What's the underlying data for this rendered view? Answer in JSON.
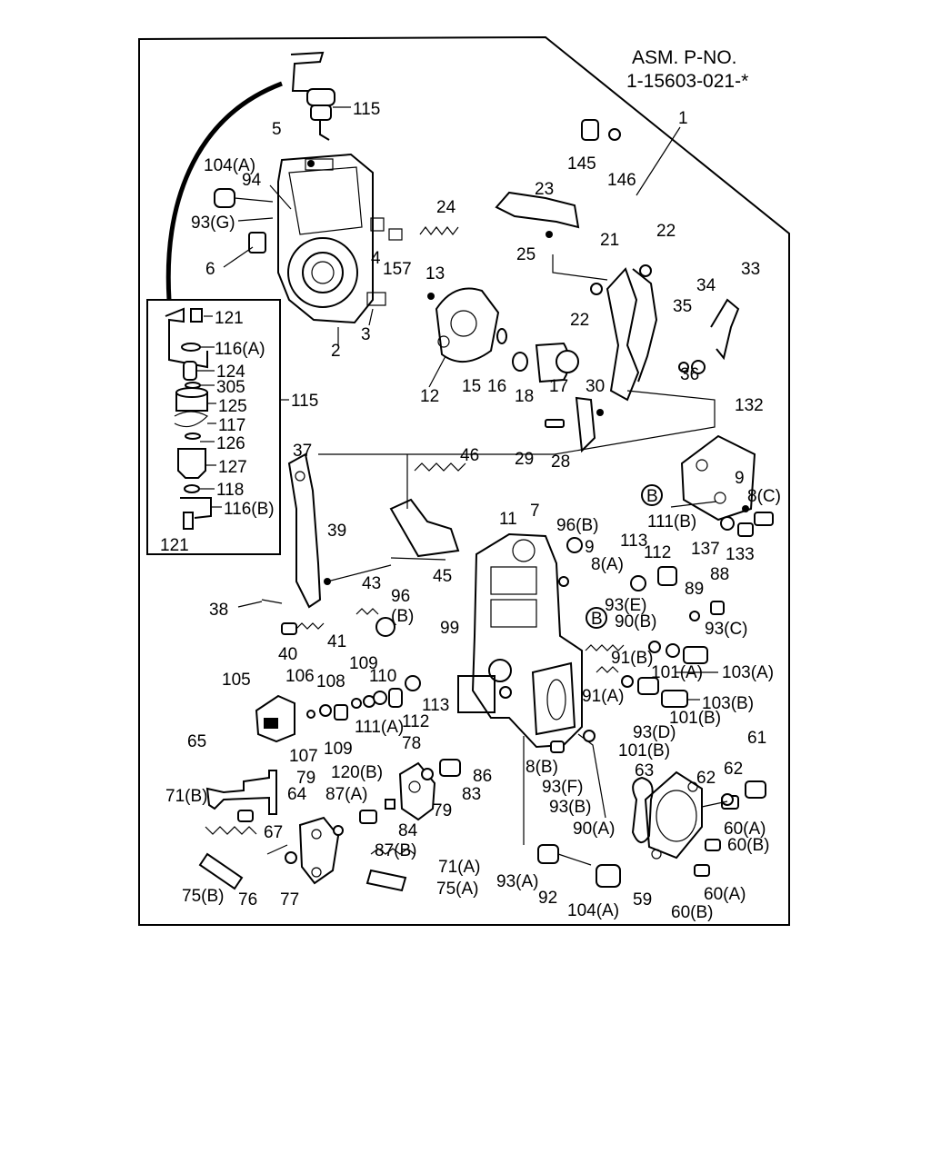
{
  "header": {
    "asm_label": "ASM. P-NO.",
    "part_number": "1-15603-021-*",
    "assembly_ref": "1"
  },
  "inset": {
    "ref": "115"
  },
  "callouts": [
    {
      "id": "c115top",
      "text": "115"
    },
    {
      "id": "c5",
      "text": "5"
    },
    {
      "id": "c104a_top",
      "text": "104(A)"
    },
    {
      "id": "c94",
      "text": "94"
    },
    {
      "id": "c93g",
      "text": "93(G)"
    },
    {
      "id": "c6",
      "text": "6"
    },
    {
      "id": "c24",
      "text": "24"
    },
    {
      "id": "c4",
      "text": "4"
    },
    {
      "id": "c157",
      "text": "157"
    },
    {
      "id": "c13",
      "text": "13"
    },
    {
      "id": "c3",
      "text": "3"
    },
    {
      "id": "c2",
      "text": "2"
    },
    {
      "id": "c145",
      "text": "145"
    },
    {
      "id": "c146",
      "text": "146"
    },
    {
      "id": "c23",
      "text": "23"
    },
    {
      "id": "c25",
      "text": "25"
    },
    {
      "id": "c21",
      "text": "21"
    },
    {
      "id": "c22a",
      "text": "22"
    },
    {
      "id": "c22b",
      "text": "22"
    },
    {
      "id": "c33",
      "text": "33"
    },
    {
      "id": "c34",
      "text": "34"
    },
    {
      "id": "c35",
      "text": "35"
    },
    {
      "id": "c36",
      "text": "36"
    },
    {
      "id": "c12",
      "text": "12"
    },
    {
      "id": "c15",
      "text": "15"
    },
    {
      "id": "c16",
      "text": "16"
    },
    {
      "id": "c18",
      "text": "18"
    },
    {
      "id": "c17",
      "text": "17"
    },
    {
      "id": "c30",
      "text": "30"
    },
    {
      "id": "c29",
      "text": "29"
    },
    {
      "id": "c28",
      "text": "28"
    },
    {
      "id": "c132",
      "text": "132"
    },
    {
      "id": "c9a",
      "text": "9"
    },
    {
      "id": "c8c",
      "text": "8(C)"
    },
    {
      "id": "cB1",
      "text": "B"
    },
    {
      "id": "c137",
      "text": "137"
    },
    {
      "id": "c133",
      "text": "133"
    },
    {
      "id": "c121a",
      "text": "121"
    },
    {
      "id": "c116a",
      "text": "116(A)"
    },
    {
      "id": "c124",
      "text": "124"
    },
    {
      "id": "c305",
      "text": "305"
    },
    {
      "id": "c125",
      "text": "125"
    },
    {
      "id": "c115side",
      "text": "115"
    },
    {
      "id": "c117",
      "text": "117"
    },
    {
      "id": "c126",
      "text": "126"
    },
    {
      "id": "c127",
      "text": "127"
    },
    {
      "id": "c118",
      "text": "118"
    },
    {
      "id": "c116b",
      "text": "116(B)"
    },
    {
      "id": "c121b",
      "text": "121"
    },
    {
      "id": "c37",
      "text": "37"
    },
    {
      "id": "c46",
      "text": "46"
    },
    {
      "id": "c11",
      "text": "11"
    },
    {
      "id": "c7",
      "text": "7"
    },
    {
      "id": "c96b1",
      "text": "96(B)"
    },
    {
      "id": "c9b",
      "text": "9"
    },
    {
      "id": "c111b",
      "text": "111(B)"
    },
    {
      "id": "c113a",
      "text": "113"
    },
    {
      "id": "c112a",
      "text": "112"
    },
    {
      "id": "c8a",
      "text": "8(A)"
    },
    {
      "id": "c39",
      "text": "39"
    },
    {
      "id": "c45",
      "text": "45"
    },
    {
      "id": "c43",
      "text": "43"
    },
    {
      "id": "c96b2a",
      "text": "96"
    },
    {
      "id": "c96b2b",
      "text": "(B)"
    },
    {
      "id": "c89",
      "text": "89"
    },
    {
      "id": "c88",
      "text": "88"
    },
    {
      "id": "c93e",
      "text": "93(E)"
    },
    {
      "id": "cB2",
      "text": "B"
    },
    {
      "id": "c90b",
      "text": "90(B)"
    },
    {
      "id": "c93c",
      "text": "93(C)"
    },
    {
      "id": "c38",
      "text": "38"
    },
    {
      "id": "c99",
      "text": "99"
    },
    {
      "id": "c41",
      "text": "41"
    },
    {
      "id": "c40",
      "text": "40"
    },
    {
      "id": "c91b",
      "text": "91(B)"
    },
    {
      "id": "c101a",
      "text": "101(A)"
    },
    {
      "id": "c103a",
      "text": "103(A)"
    },
    {
      "id": "c105",
      "text": "105"
    },
    {
      "id": "c106",
      "text": "106"
    },
    {
      "id": "c108",
      "text": "108"
    },
    {
      "id": "c109a",
      "text": "109"
    },
    {
      "id": "c110",
      "text": "110"
    },
    {
      "id": "c113b",
      "text": "113"
    },
    {
      "id": "c91a",
      "text": "91(A)"
    },
    {
      "id": "c103b",
      "text": "103(B)"
    },
    {
      "id": "c101b1",
      "text": "101(B)"
    },
    {
      "id": "c111a",
      "text": "111(A)"
    },
    {
      "id": "c112b",
      "text": "112"
    },
    {
      "id": "c93d",
      "text": "93(D)"
    },
    {
      "id": "c107",
      "text": "107"
    },
    {
      "id": "c109b",
      "text": "109"
    },
    {
      "id": "c101b2",
      "text": "101(B)"
    },
    {
      "id": "c61",
      "text": "61"
    },
    {
      "id": "c65",
      "text": "65"
    },
    {
      "id": "c78",
      "text": "78"
    },
    {
      "id": "c8b",
      "text": "8(B)"
    },
    {
      "id": "c62a",
      "text": "62"
    },
    {
      "id": "c63",
      "text": "63"
    },
    {
      "id": "c62b",
      "text": "62"
    },
    {
      "id": "c79a",
      "text": "79"
    },
    {
      "id": "c120b",
      "text": "120(B)"
    },
    {
      "id": "c86",
      "text": "86"
    },
    {
      "id": "c93f",
      "text": "93(F)"
    },
    {
      "id": "c71b",
      "text": "71(B)"
    },
    {
      "id": "c64",
      "text": "64"
    },
    {
      "id": "c87a",
      "text": "87(A)"
    },
    {
      "id": "c83",
      "text": "83"
    },
    {
      "id": "c93b",
      "text": "93(B)"
    },
    {
      "id": "c79b",
      "text": "79"
    },
    {
      "id": "c67",
      "text": "67"
    },
    {
      "id": "c84",
      "text": "84"
    },
    {
      "id": "c90a",
      "text": "90(A)"
    },
    {
      "id": "c60a1",
      "text": "60(A)"
    },
    {
      "id": "c87b",
      "text": "87(B)"
    },
    {
      "id": "c60b1",
      "text": "60(B)"
    },
    {
      "id": "c71a",
      "text": "71(A)"
    },
    {
      "id": "c93a",
      "text": "93(A)"
    },
    {
      "id": "c75b",
      "text": "75(B)"
    },
    {
      "id": "c76",
      "text": "76"
    },
    {
      "id": "c77",
      "text": "77"
    },
    {
      "id": "c75a",
      "text": "75(A)"
    },
    {
      "id": "c92",
      "text": "92"
    },
    {
      "id": "c59",
      "text": "59"
    },
    {
      "id": "c60a2",
      "text": "60(A)"
    },
    {
      "id": "c104a_bot",
      "text": "104(A)"
    },
    {
      "id": "c60b2",
      "text": "60(B)"
    }
  ]
}
